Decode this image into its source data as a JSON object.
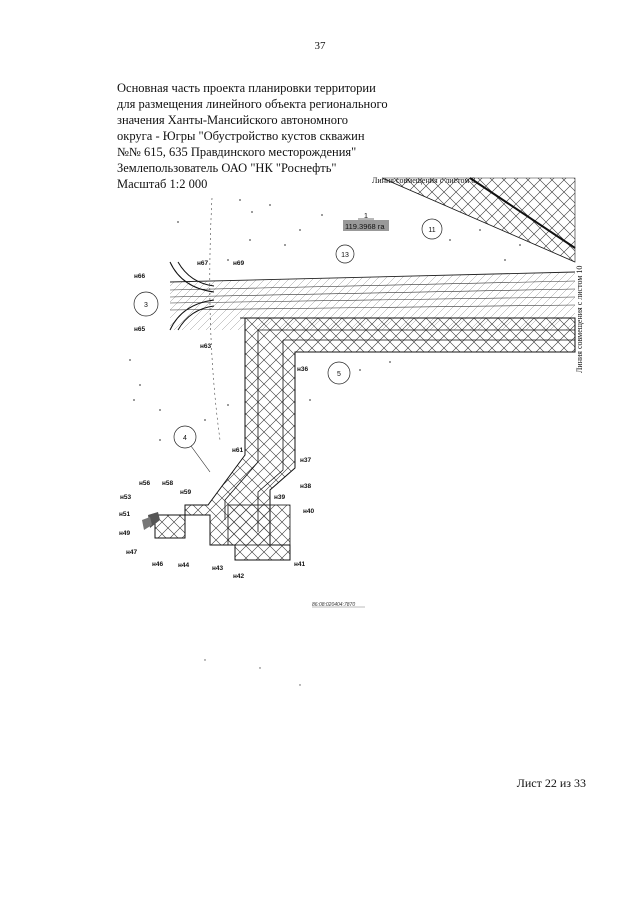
{
  "page_number": "37",
  "header": {
    "lines": [
      "Основная часть проекта планировки территории",
      "для размещения линейного объекта регионального",
      "значения Ханты-Мансийского автономного",
      "округа - Югры \"Обустройство кустов скважин",
      "№№ 615, 635 Правдинского месторождения\"",
      "Землепользователь ОАО \"НК \"Роснефть\"",
      "Масштаб 1:2 000"
    ]
  },
  "map": {
    "match_line_top": "Линия совмещения с листом 8",
    "match_line_right": "Линия совмещения с листом 10",
    "parcel_number": "1",
    "parcel_area": "119.3968 га",
    "circles": [
      "11",
      "13",
      "3",
      "5",
      "4"
    ],
    "points": [
      "н67",
      "н69",
      "н66",
      "н65",
      "н63",
      "н36",
      "н61",
      "н37",
      "н38",
      "н39",
      "н40",
      "н56",
      "н58",
      "н59",
      "н53",
      "н51",
      "н49",
      "н47",
      "н46",
      "н44",
      "н43",
      "н42",
      "н41"
    ],
    "cadastral_number": "86:08:020404:7870"
  },
  "footer": "Лист 22 из 33"
}
